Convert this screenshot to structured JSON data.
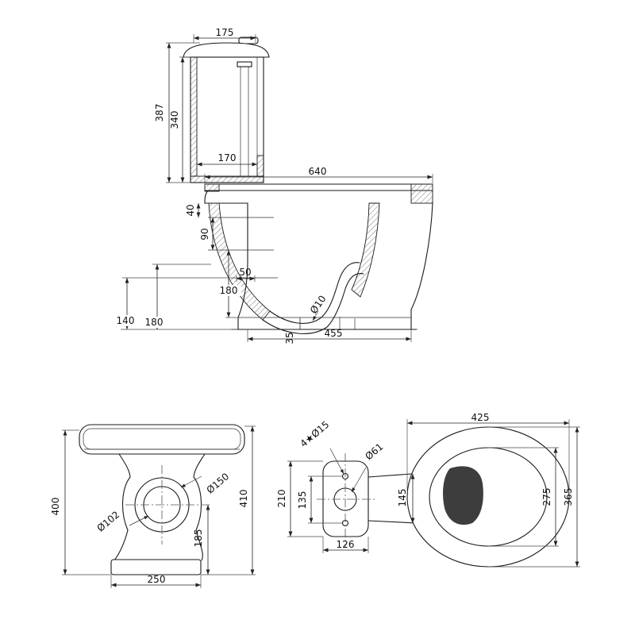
{
  "views": {
    "side": {
      "dims": {
        "lid_depth": "175",
        "cistern_total_height": "387",
        "cistern_body_height": "340",
        "cistern_depth": "170",
        "overall_depth": "640",
        "rim_thickness": "40",
        "inlet_drop": "90",
        "channel_width": "50",
        "channel_height": "180",
        "trap_shelf_height": "140",
        "outlet_height": "180",
        "small_hole_dia": "Ø10",
        "base_depth": "455",
        "plinth_height": "35"
      }
    },
    "front": {
      "dims": {
        "overall_height": "400",
        "seat_height": "410",
        "spigot_outer_dia": "Ø150",
        "spigot_inner_dia": "Ø102",
        "spigot_center_height": "185",
        "base_width": "250"
      }
    },
    "outlet": {
      "dims": {
        "fixing_holes": "4★Ø15",
        "outlet_dia": "Ø61",
        "plate_height": "210",
        "hole_spacing": "135",
        "plate_width": "126"
      }
    },
    "plan": {
      "dims": {
        "overall_width": "425",
        "neck_width": "145",
        "bowl_inner_length": "275",
        "bowl_outer_length": "365"
      }
    }
  }
}
